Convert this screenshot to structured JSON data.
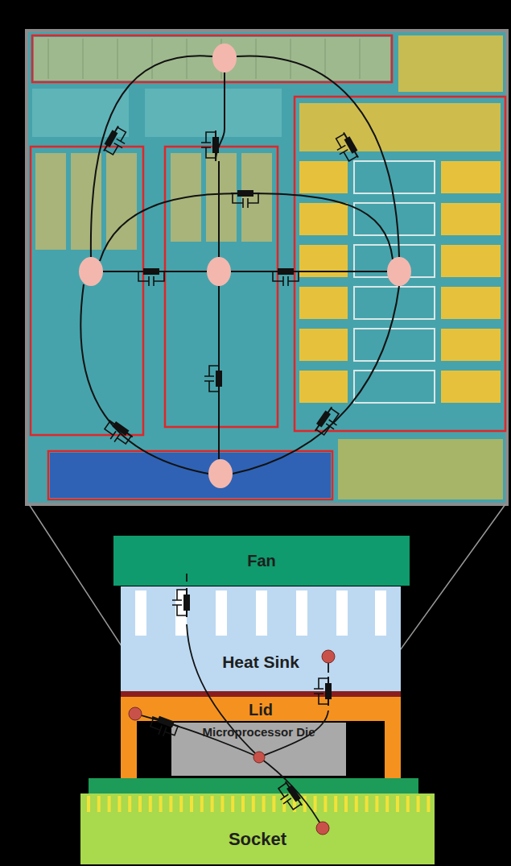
{
  "diagram": {
    "nodes": [
      {
        "text": [
          "Fan"
        ]
      },
      {
        "text": [
          "Heat Sink"
        ]
      },
      {
        "text": [
          "Lid"
        ]
      },
      {
        "text": [
          "Microprocessor Die"
        ]
      },
      {
        "text": [
          "Socket"
        ]
      }
    ]
  }
}
